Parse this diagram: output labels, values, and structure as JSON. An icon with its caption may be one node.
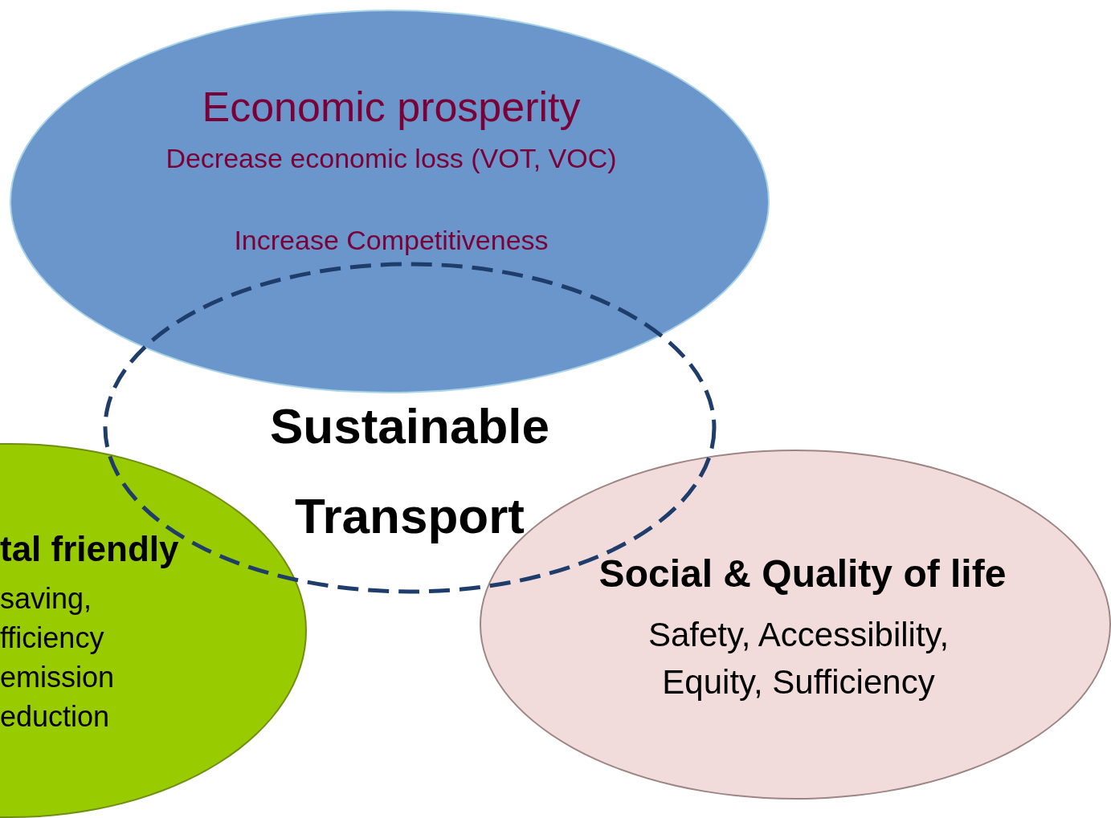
{
  "diagram": {
    "nodes": [
      {
        "text": [
          "Economic prosperity",
          "Decrease economic loss (VOT, VOC)",
          "Increase Competitiveness"
        ]
      },
      {
        "text": [
          "tal friendly",
          "saving, fficiency emission eduction"
        ]
      },
      {
        "text": [
          "Social & Quality of life",
          "Safety, Accessibility, Equity, Sufficiency"
        ]
      },
      {
        "text": [
          "Sustainable Transport"
        ]
      }
    ]
  }
}
